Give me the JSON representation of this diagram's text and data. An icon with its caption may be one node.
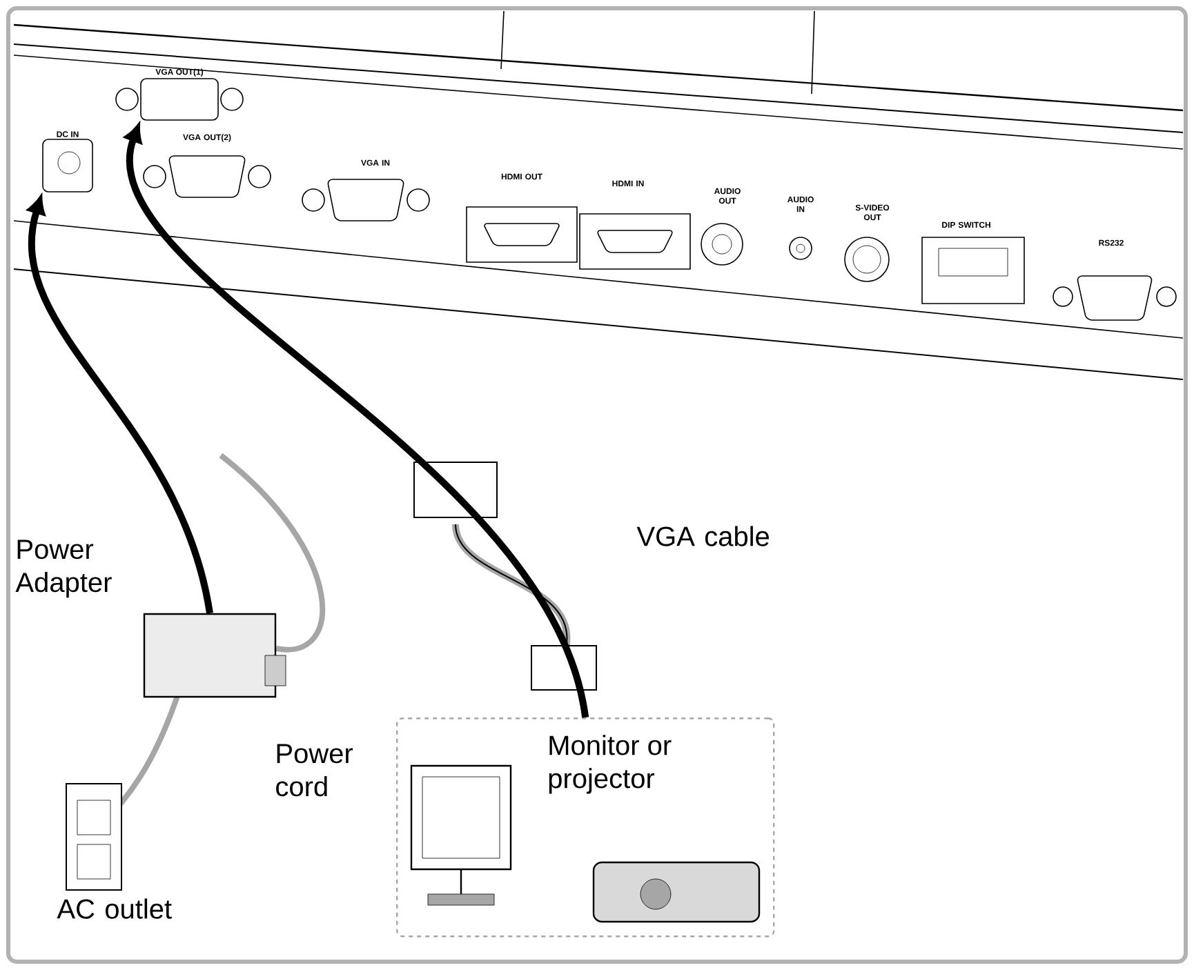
{
  "diagram": {
    "nodes": [
      {
        "text": [
          "DC IN"
        ]
      },
      {
        "text": [
          "VGA OUT(1)"
        ]
      },
      {
        "text": [],
        "shape": "box"
      },
      {
        "text": [
          "Monitor or projector"
        ]
      }
    ],
    "edges": [
      {
        "from": 2,
        "to": 0,
        "arrow": "to"
      },
      {
        "from": 3,
        "to": 1,
        "arrow": "to"
      }
    ],
    "labels": [
      "VGA OUT(2)",
      "VGA IN",
      "HDMI OUT",
      "HDMI IN",
      "AUDIO OUT",
      "AUDIO IN",
      "S-VIDEO OUT",
      "DIP SWITCH",
      "RS232",
      "Power Adapter",
      "VGA cable",
      "Power cord",
      "AC outlet"
    ]
  }
}
